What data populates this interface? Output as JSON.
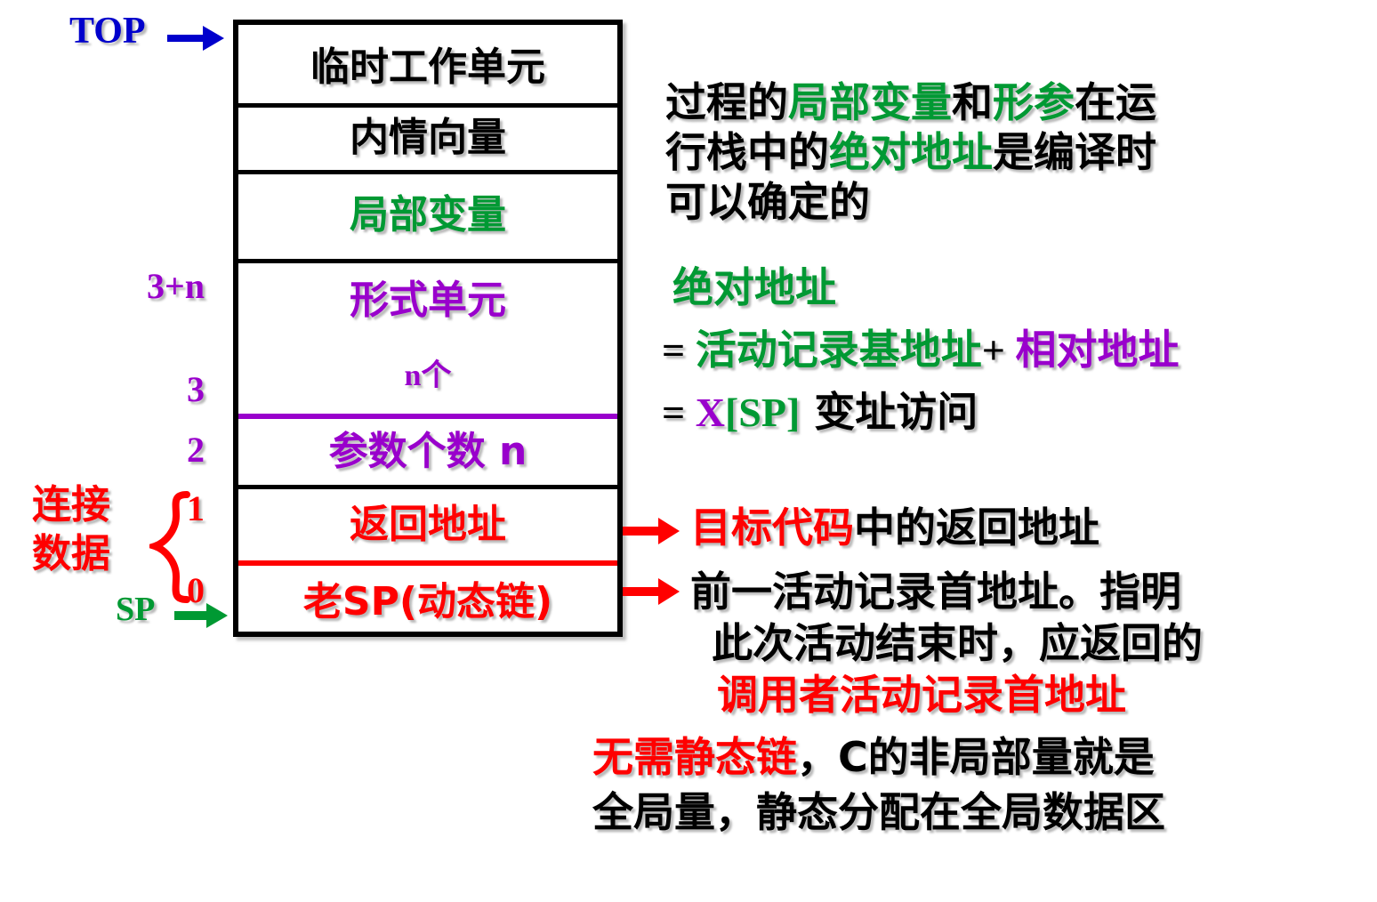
{
  "colors": {
    "black": "#000000",
    "green": "#009933",
    "purple": "#9900cc",
    "red": "#ff0000",
    "blue": "#0000cc"
  },
  "markers": {
    "top_label": "TOP",
    "top_arrow_icon": "arrow-right-icon",
    "sp_label": "SP",
    "sp_arrow_icon": "arrow-right-icon",
    "link_data_line1": "连接",
    "link_data_line2": "数据",
    "brace_icon": "curly-brace-icon"
  },
  "frame": {
    "cells": [
      {
        "label": "临时工作单元",
        "color": "black",
        "sub": ""
      },
      {
        "label": "内情向量",
        "color": "black",
        "sub": ""
      },
      {
        "label": "局部变量",
        "color": "green",
        "sub": ""
      },
      {
        "label": "形式单元",
        "color": "purple",
        "sub": "n个"
      },
      {
        "label": "参数个数  n",
        "color": "purple",
        "sub": ""
      },
      {
        "label": "返回地址",
        "color": "red",
        "sub": ""
      },
      {
        "label": "老SP(动态链)",
        "color": "red",
        "sub": ""
      }
    ],
    "indices": [
      {
        "text": "3+n",
        "color": "purple"
      },
      {
        "text": "3",
        "color": "purple"
      },
      {
        "text": "2",
        "color": "purple"
      },
      {
        "text": "1",
        "color": "red"
      },
      {
        "text": "0",
        "color": "red"
      }
    ]
  },
  "notes": {
    "para1": {
      "line1": [
        {
          "t": "过程的",
          "c": "black"
        },
        {
          "t": "局部变量",
          "c": "green"
        },
        {
          "t": "和",
          "c": "black"
        },
        {
          "t": "形参",
          "c": "green"
        },
        {
          "t": "在运",
          "c": "black"
        }
      ],
      "line2": [
        {
          "t": "行栈中的",
          "c": "black"
        },
        {
          "t": "绝对地址",
          "c": "green"
        },
        {
          "t": "是编译时",
          "c": "black"
        }
      ],
      "line3": [
        {
          "t": "可以确定的",
          "c": "black"
        }
      ]
    },
    "formula": {
      "line1": [
        {
          "t": "绝对地址",
          "c": "green"
        }
      ],
      "line2": [
        {
          "t": "= ",
          "c": "black"
        },
        {
          "t": "活动记录基地址",
          "c": "green"
        },
        {
          "t": "+ ",
          "c": "black"
        },
        {
          "t": "相对地址",
          "c": "purple"
        }
      ],
      "line3": [
        {
          "t": "= ",
          "c": "black"
        },
        {
          "t": "X",
          "c": "purple"
        },
        {
          "t": "[SP]",
          "c": "green"
        },
        {
          "t": "  变址访问",
          "c": "black"
        }
      ]
    },
    "return_addr_note": [
      {
        "t": "目标代码",
        "c": "red"
      },
      {
        "t": "中的返回地址",
        "c": "black"
      }
    ],
    "old_sp_note": {
      "line1": [
        {
          "t": "前一活动记录首地址。指明",
          "c": "black"
        }
      ],
      "line2": [
        {
          "t": "此次活动结束时，应返回的",
          "c": "black"
        }
      ],
      "line3": [
        {
          "t": "调用者活动记录首地址",
          "c": "red"
        }
      ]
    },
    "static_chain_note": {
      "line1": [
        {
          "t": "无需静态链",
          "c": "red"
        },
        {
          "t": "，C的非局部量就是",
          "c": "black"
        }
      ],
      "line2": [
        {
          "t": "全局量，静态分配在全局数据区",
          "c": "black"
        }
      ]
    }
  }
}
